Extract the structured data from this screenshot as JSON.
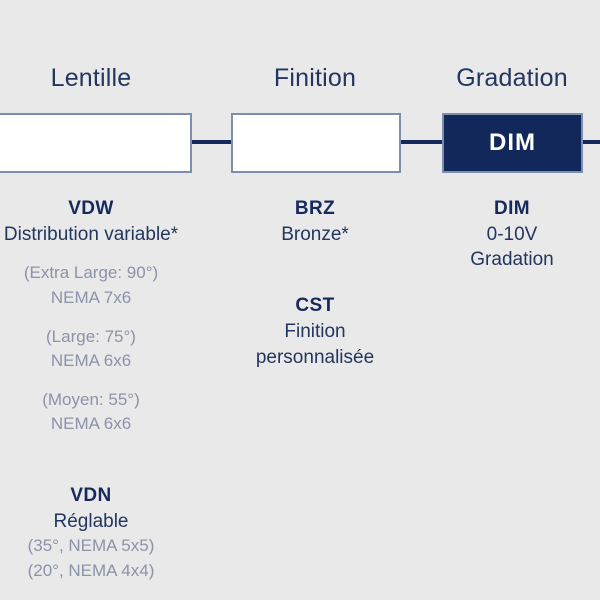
{
  "diagram": {
    "background_color": "#e9e9e9",
    "accent_color": "#12275a",
    "muted_color": "#8b93a8",
    "border_color": "#7d8fae",
    "columns": [
      {
        "header": "Lentille",
        "box": {
          "label": "",
          "state": "empty"
        },
        "options": [
          {
            "code": "VDW",
            "desc": "Distribution variable*",
            "sublines": [
              "(Extra Large: 90°)",
              "NEMA 7x6",
              "(Large: 75°)",
              "NEMA 6x6",
              "(Moyen: 55°)",
              "NEMA 6x6"
            ]
          },
          {
            "code": "VDN",
            "desc": "Réglable",
            "sublines": [
              "(35°, NEMA 5x5)",
              "(20°, NEMA 4x4)"
            ]
          }
        ]
      },
      {
        "header": "Finition",
        "box": {
          "label": "",
          "state": "empty"
        },
        "options": [
          {
            "code": "BRZ",
            "desc": "Bronze*",
            "sublines": []
          },
          {
            "code": "CST",
            "desc": "Finition\npersonnalisée",
            "desc_line1": "Finition",
            "desc_line2": "personnalisée",
            "sublines": []
          }
        ]
      },
      {
        "header": "Gradation",
        "box": {
          "label": "DIM",
          "state": "selected"
        },
        "options": [
          {
            "code": "DIM",
            "desc_line1": "0-10V",
            "desc_line2": "Gradation",
            "sublines": []
          }
        ]
      }
    ]
  }
}
